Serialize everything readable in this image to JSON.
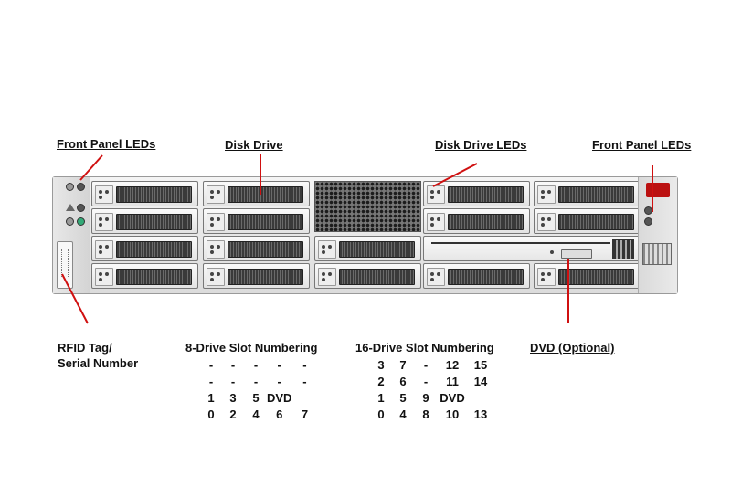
{
  "callouts": {
    "front_panel_leds_left": "Front Panel LEDs",
    "disk_drive": "Disk Drive",
    "disk_drive_leds": "Disk Drive LEDs",
    "front_panel_leds_right": "Front Panel LEDs",
    "rfid_tag_line1": "RFID Tag/",
    "rfid_tag_line2": "Serial Number",
    "dvd_optional": "DVD (Optional)"
  },
  "colors": {
    "leader_line": "#d01010",
    "chassis": "#e6e6e6"
  },
  "numbering_8_drive": {
    "title": "8-Drive Slot Numbering",
    "rows": [
      [
        "-",
        "-",
        "-",
        "-",
        "-"
      ],
      [
        "-",
        "-",
        "-",
        "-",
        "-"
      ],
      [
        "1",
        "3",
        "5",
        "DVD",
        ""
      ],
      [
        "0",
        "2",
        "4",
        "6",
        "7"
      ]
    ]
  },
  "numbering_16_drive": {
    "title": "16-Drive Slot Numbering",
    "rows": [
      [
        "3",
        "7",
        "-",
        "12",
        "15"
      ],
      [
        "2",
        "6",
        "-",
        "11",
        "14"
      ],
      [
        "1",
        "5",
        "9",
        "DVD",
        ""
      ],
      [
        "0",
        "4",
        "8",
        "10",
        "13"
      ]
    ]
  },
  "icons": [
    "locator-led-icon",
    "warning-icon",
    "power-led-icon",
    "drive-latch-icon",
    "rfid-tag-icon",
    "ventilation-grille-icon",
    "dvd-drive-icon"
  ]
}
